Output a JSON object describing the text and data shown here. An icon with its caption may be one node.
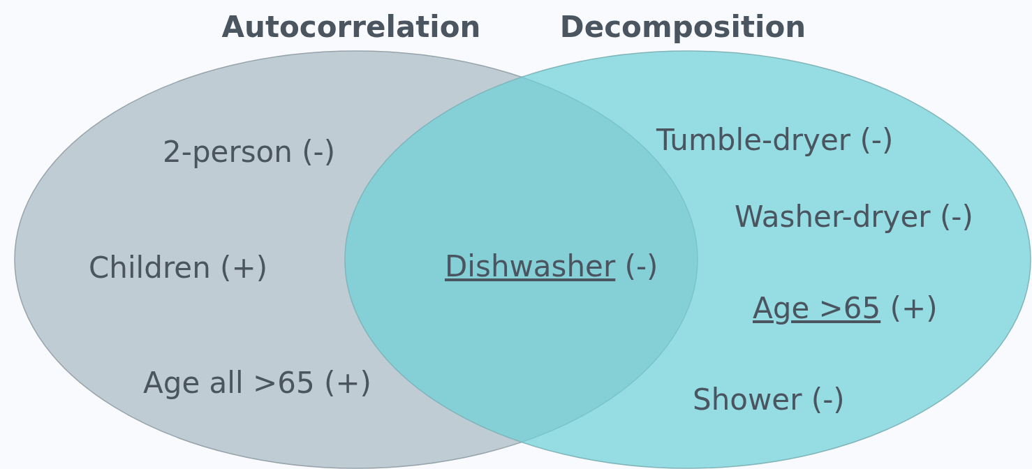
{
  "diagram": {
    "nodes": [
      {
        "text": [
          "Autocorrelation"
        ]
      },
      {
        "text": [
          "Decomposition"
        ]
      }
    ],
    "edges": [],
    "labels": [
      "2-person (-)",
      "Tumble-dryer (-)",
      "Washer-dryer (-)",
      "Children (+)",
      "Dishwasher (-)",
      "Age >65 (+)",
      "Age all >65 (+)",
      "Shower (-)"
    ]
  }
}
